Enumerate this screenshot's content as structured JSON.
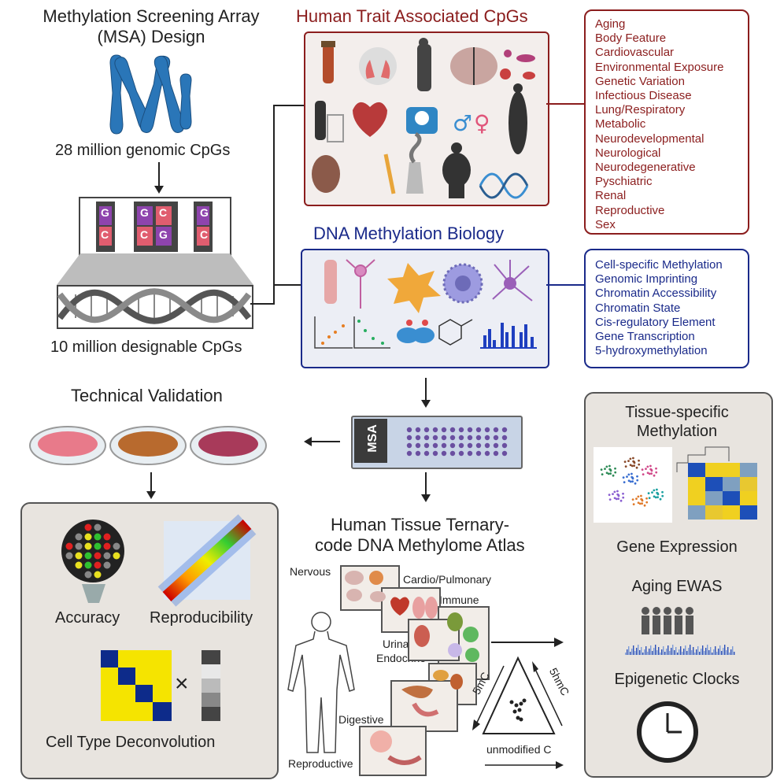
{
  "msa_design": {
    "title_line1": "Methylation Screening Array",
    "title_line2": "(MSA) Design",
    "genomic_cpgs": "28 million genomic CpGs",
    "designable_cpgs": "10 million designable CpGs",
    "probe_letters": [
      [
        "G",
        "C"
      ],
      [
        "G",
        "C",
        "C",
        "G"
      ],
      [
        "G",
        "C"
      ]
    ]
  },
  "traits": {
    "title": "Human Trait Associated CpGs",
    "items": [
      "Aging",
      "Body Feature",
      "Cardiovascular",
      "Environmental Exposure",
      "Genetic Variation",
      "Infectious Disease",
      "Lung/Respiratory",
      "Metabolic",
      "Neurodevelopmental",
      "Neurological",
      "Neurodegenerative",
      "Pyschiatric",
      "Renal",
      "Reproductive",
      "Sex"
    ]
  },
  "biology": {
    "title": "DNA Methylation Biology",
    "items": [
      "Cell-specific Methylation",
      "Genomic Imprinting",
      "Chromatin Accessibility",
      "Chromatin State",
      "Cis-regulatory Element",
      "Gene Transcription",
      "5-hydroxymethylation"
    ]
  },
  "msa_chip_label": "MSA",
  "technical_validation": {
    "title": "Technical Validation",
    "accuracy": "Accuracy",
    "reproducibility": "Reproducibility",
    "deconvolution": "Cell Type Deconvolution",
    "times_symbol": "×"
  },
  "atlas": {
    "title_line1": "Human Tissue Ternary-",
    "title_line2": "code DNA Methylome Atlas",
    "tissues": [
      "Nervous",
      "Cardio/Pulmonary",
      "Immune",
      "Urinary/",
      "Endocrine",
      "Digestive",
      "Reproductive"
    ],
    "ternary": {
      "left": "5mC",
      "right": "5hmC",
      "bottom": "unmodified C"
    }
  },
  "applications": {
    "tissue_specific_line1": "Tissue-specific",
    "tissue_specific_line2": "Methylation",
    "gene_expression": "Gene Expression",
    "aging_ewas": "Aging EWAS",
    "epigenetic_clocks": "Epigenetic Clocks"
  },
  "colors": {
    "trait_red": "#8b1d1d",
    "biology_blue": "#1a2a8a",
    "panel_gray": "#e8e4df"
  }
}
